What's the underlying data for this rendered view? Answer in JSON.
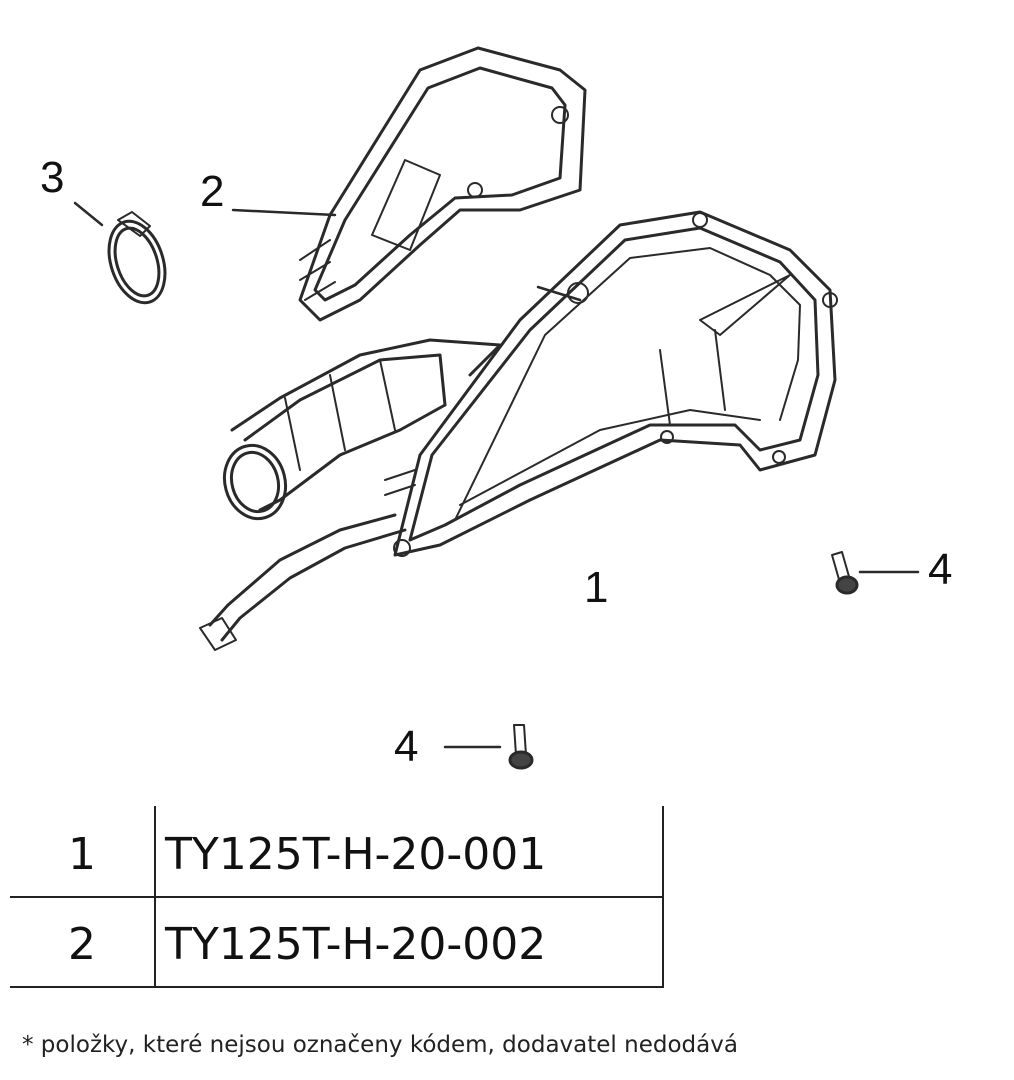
{
  "callouts": {
    "air_filter_box": "1",
    "filter_cover": "2",
    "hose_clamp": "3",
    "screw_right": "4",
    "screw_bottom": "4"
  },
  "parts_table": {
    "rows": [
      {
        "number": "1",
        "code": "TY125T-H-20-001"
      },
      {
        "number": "2",
        "code": "TY125T-H-20-002"
      }
    ]
  },
  "footnote": "* položky, které nejsou označeny kódem, dodavatel nedodává"
}
